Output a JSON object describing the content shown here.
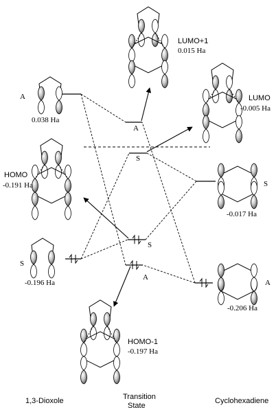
{
  "diagram": {
    "columns": {
      "left": "1,3-Dioxole",
      "middle_line1": "Transition",
      "middle_line2": "State",
      "right": "Cyclohexadiene"
    },
    "orbitals": {
      "dioxole_A": {
        "symmetry": "A",
        "energy": "0.038 Ha"
      },
      "dioxole_S": {
        "symmetry": "S",
        "energy": "-0.196 Ha"
      },
      "diene_S": {
        "symmetry": "S",
        "energy": "-0.017 Ha"
      },
      "diene_A": {
        "symmetry": "A",
        "energy": "-0.206 Ha"
      },
      "ts_A_upper": {
        "symmetry": "A"
      },
      "ts_S_upper": {
        "symmetry": "S"
      },
      "ts_S_lower": {
        "symmetry": "S"
      },
      "ts_A_lower": {
        "symmetry": "A"
      }
    },
    "mo_labels": {
      "lumo_plus_1": {
        "name": "LUMO+1",
        "energy": "0.015 Ha"
      },
      "lumo": {
        "name": "LUMO",
        "energy": "-0.005 Ha"
      },
      "homo": {
        "name": "HOMO",
        "energy": "-0.191 Ha"
      },
      "homo_minus_1": {
        "name": "HOMO-1",
        "energy": "-0.197 Ha"
      }
    }
  }
}
